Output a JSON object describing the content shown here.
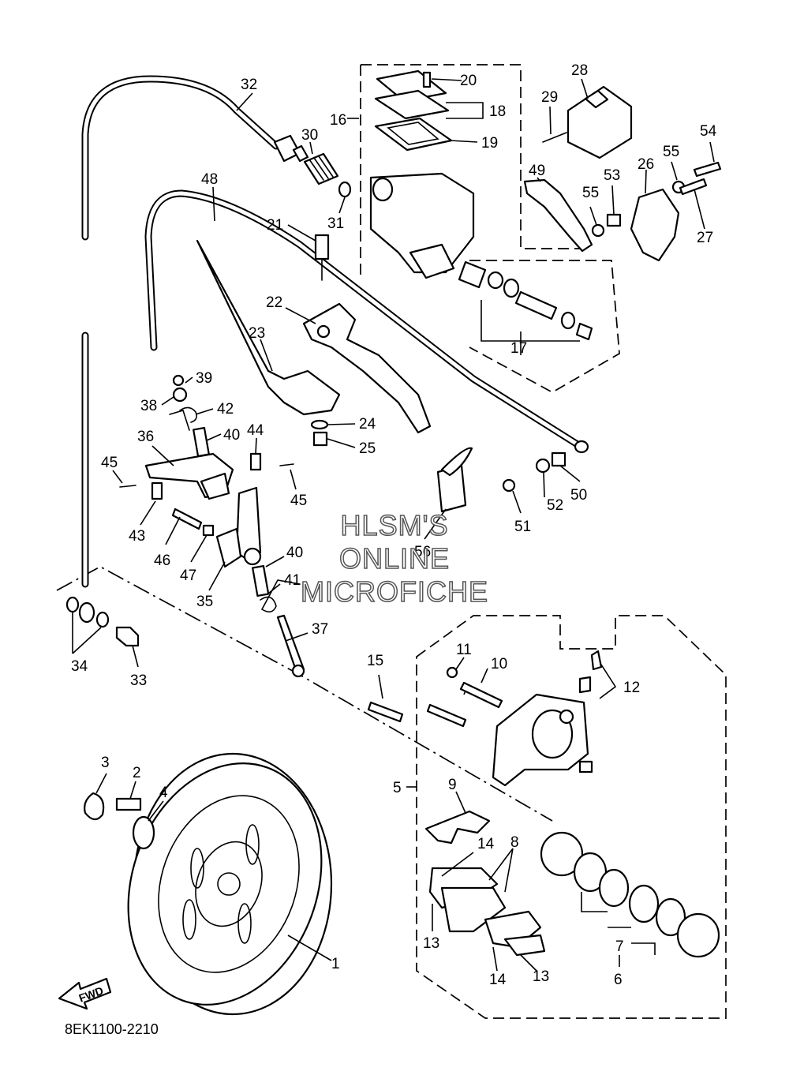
{
  "diagram_code": "8EK1100-2210",
  "watermark": [
    "HLSM'S",
    "ONLINE",
    "MICROFICHE"
  ],
  "direction_label": "FWD",
  "callouts": {
    "p1": "1",
    "p2": "2",
    "p3": "3",
    "p4": "4",
    "p5": "5",
    "p6": "6",
    "p7": "7",
    "p8": "8",
    "p9": "9",
    "p10": "10",
    "p11": "11",
    "p12": "12",
    "p13a": "13",
    "p13b": "13",
    "p14a": "14",
    "p14b": "14",
    "p15": "15",
    "p16": "16",
    "p17": "17",
    "p18": "18",
    "p19": "19",
    "p20": "20",
    "p21": "21",
    "p22": "22",
    "p23": "23",
    "p24": "24",
    "p25": "25",
    "p26": "26",
    "p27": "27",
    "p28": "28",
    "p29": "29",
    "p30": "30",
    "p31": "31",
    "p32": "32",
    "p33": "33",
    "p34": "34",
    "p35": "35",
    "p36": "36",
    "p37": "37",
    "p38": "38",
    "p39": "39",
    "p40a": "40",
    "p40b": "40",
    "p41": "41",
    "p42": "42",
    "p43": "43",
    "p44": "44",
    "p45a": "45",
    "p45b": "45",
    "p46": "46",
    "p47": "47",
    "p48": "48",
    "p49": "49",
    "p50": "50",
    "p51": "51",
    "p52": "52",
    "p53": "53",
    "p54": "54",
    "p55a": "55",
    "p55b": "55",
    "p56": "56"
  }
}
